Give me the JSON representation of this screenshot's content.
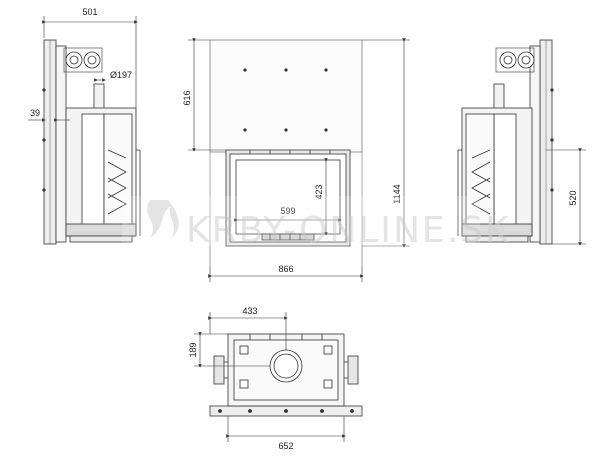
{
  "diagram": {
    "dimensions": {
      "top_depth": "501",
      "flue_diameter": "Ø197",
      "side_offset": "39",
      "front_height_upper": "616",
      "glass_height": "423",
      "glass_width": "599",
      "total_height": "1144",
      "total_width": "866",
      "side_height": "520",
      "plan_half_width": "433",
      "plan_depth": "189",
      "plan_width": "652"
    },
    "watermark": "KRBY-ONLINE.SK",
    "colors": {
      "line": "#333333",
      "fill_light": "#f2f2f2",
      "fill_mid": "#d9d9d9",
      "watermark": "#cfcfcf"
    }
  }
}
